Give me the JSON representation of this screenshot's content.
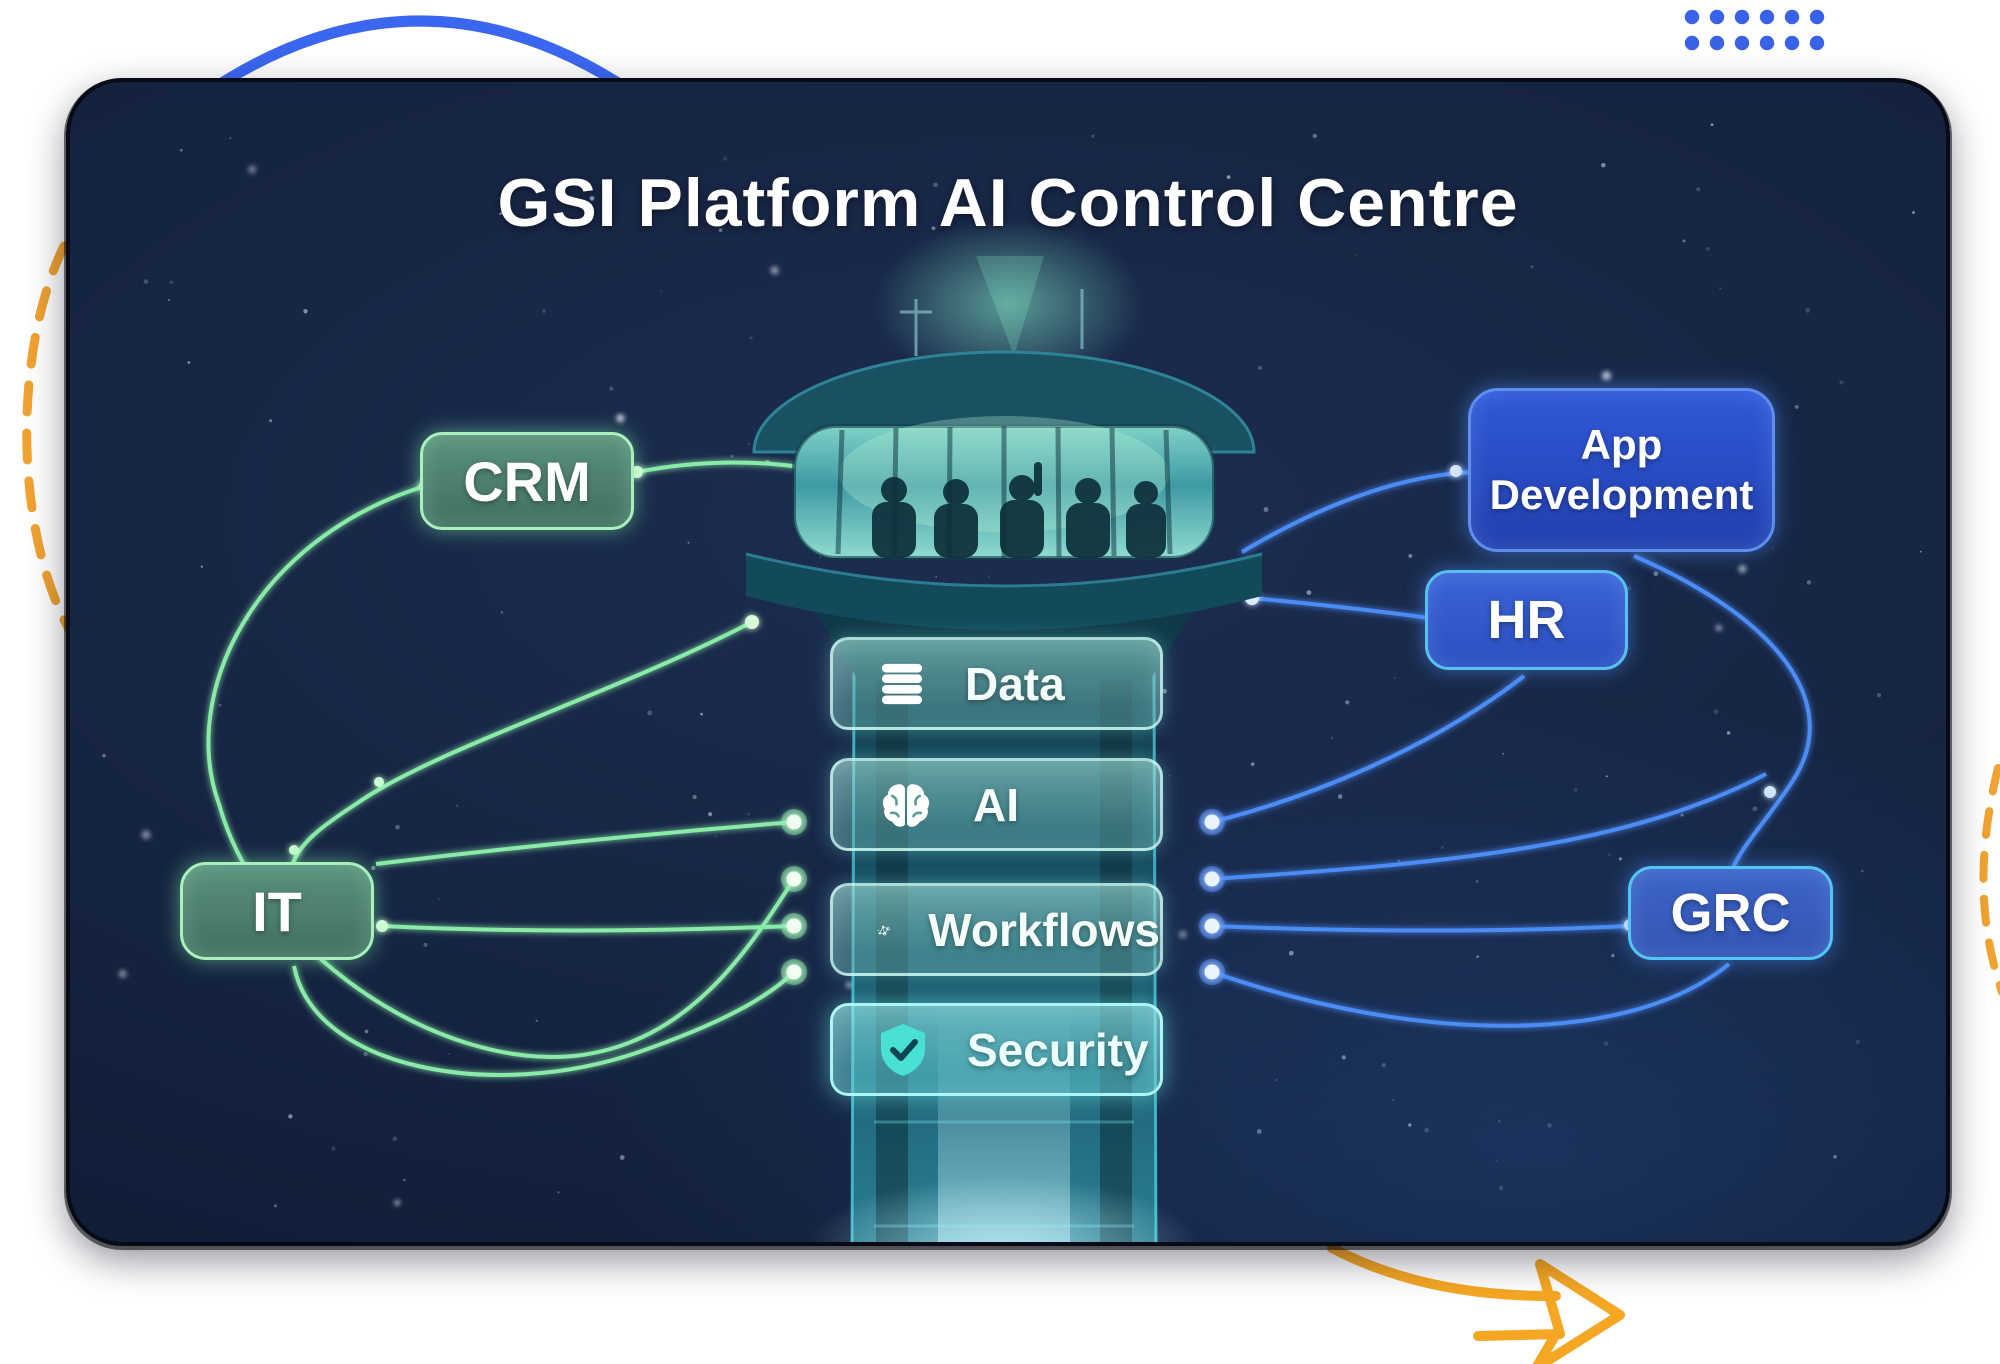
{
  "title": "GSI Platform AI Control Centre",
  "left_nodes": [
    {
      "id": "crm",
      "label": "CRM"
    },
    {
      "id": "it",
      "label": "IT"
    }
  ],
  "right_nodes": [
    {
      "id": "app-development",
      "label": "App Development"
    },
    {
      "id": "hr",
      "label": "HR"
    },
    {
      "id": "grc",
      "label": "GRC"
    }
  ],
  "tower_modules": [
    {
      "id": "data",
      "label": "Data",
      "icon": "database-icon"
    },
    {
      "id": "ai",
      "label": "AI",
      "icon": "brain-icon"
    },
    {
      "id": "workflows",
      "label": "Workflows",
      "icon": "workflow-icon"
    },
    {
      "id": "security",
      "label": "Security",
      "icon": "shield-check-icon"
    }
  ],
  "colors": {
    "accent_green": "#8aeaa8",
    "accent_blue": "#4c8cf5",
    "accent_orange": "#f0a232",
    "dots_blue": "#3a62e6",
    "card_background": "#14233f",
    "title_text": "#ffffff"
  }
}
